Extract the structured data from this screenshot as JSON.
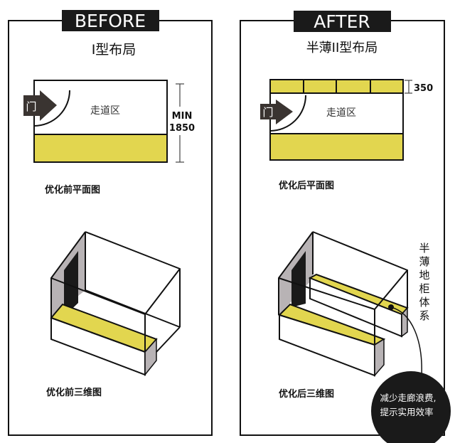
{
  "colors": {
    "cabinet_yellow": "#e2d64f",
    "wall_gray": "#b8b3b5",
    "door_dark": "#3a3431",
    "frame": "#111111"
  },
  "before": {
    "badge": "BEFORE",
    "title": "I型布局",
    "door_label": "门",
    "corridor_label": "走道区",
    "dimension_line1": "MIN",
    "dimension_line2": "1850",
    "plan_caption": "优化前平面图",
    "view3d_caption": "优化前三维图"
  },
  "after": {
    "badge": "AFTER",
    "title": "半薄II型布局",
    "door_label": "门",
    "corridor_label": "走道区",
    "dimension": "350",
    "plan_caption": "优化后平面图",
    "view3d_caption": "优化后三维图",
    "callout_vertical": [
      "半",
      "薄",
      "地",
      "柜",
      "体",
      "系"
    ],
    "bubble_line1": "减少走廊浪费,",
    "bubble_line2": "提示实用效率"
  }
}
